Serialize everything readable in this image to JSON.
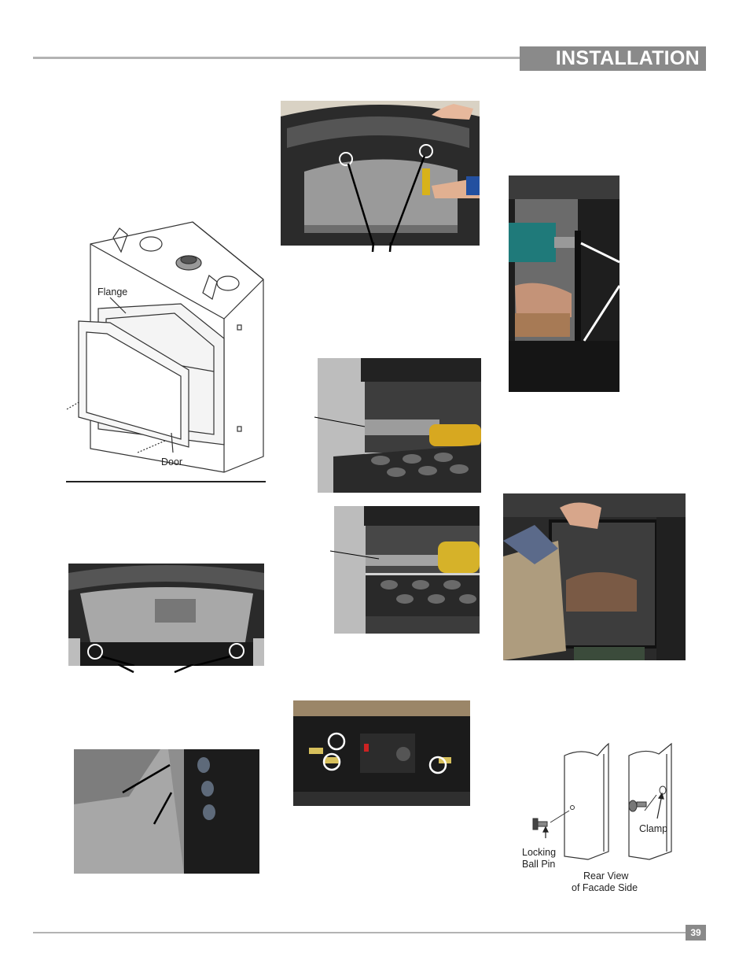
{
  "header": {
    "title": "INSTALLATION"
  },
  "footer": {
    "page_number": "39"
  },
  "fireplace_diagram": {
    "flange_label": "Flange",
    "door_label": "Door"
  },
  "clip_diagram": {
    "locking_ball_pin_label_line1": "Locking",
    "locking_ball_pin_label_line2": "Ball Pin",
    "clamp_label": "Clamp",
    "rear_view_label_line1": "Rear View",
    "rear_view_label_line2": "of Facade Side"
  },
  "colors": {
    "header_bg": "#8a8a8a",
    "rule": "#b3b3b3"
  }
}
